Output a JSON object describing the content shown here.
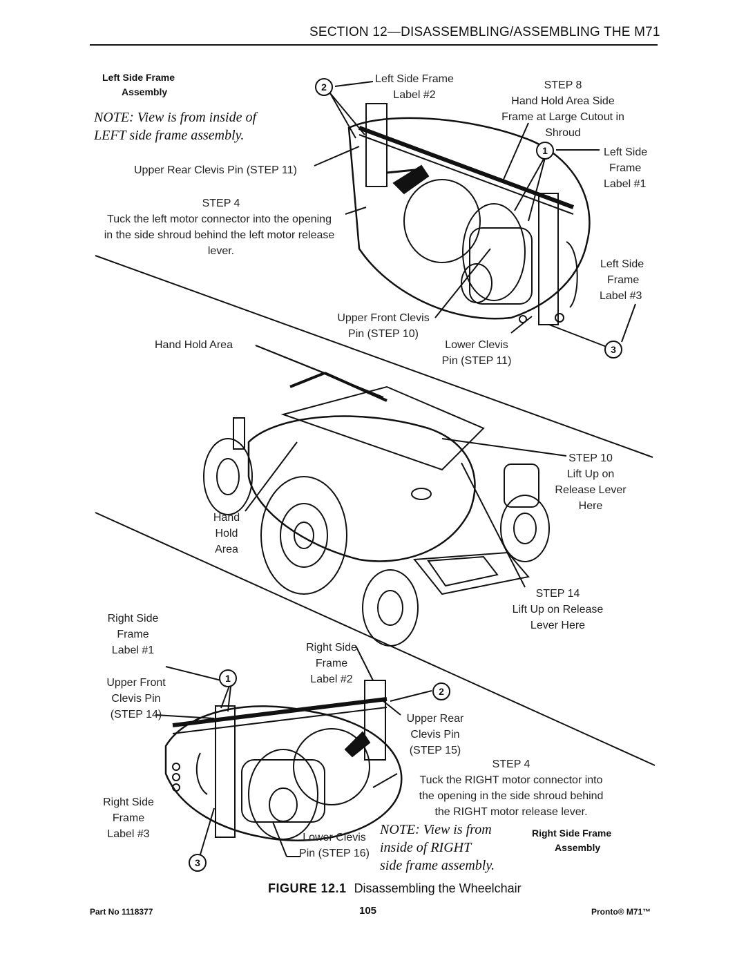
{
  "header": {
    "section_title": "SECTION 12—DISASSEMBLING/ASSEMBLING THE M71"
  },
  "left_assembly": {
    "heading_line1": "Left Side Frame",
    "heading_line2": "Assembly",
    "note_line1": "NOTE: View is from inside of",
    "note_line2": "LEFT side frame assembly.",
    "upper_rear_clevis": "Upper Rear Clevis Pin (STEP 11)",
    "step4_title": "STEP 4",
    "step4_line1": "Tuck the left motor connector into the opening",
    "step4_line2": "in the side shroud behind the left motor release",
    "step4_line3": "lever.",
    "label2_line1": "Left Side Frame",
    "label2_line2": "Label #2",
    "step8_line1": "STEP 8",
    "step8_line2": "Hand Hold Area Side",
    "step8_line3": "Frame at Large Cutout in",
    "step8_line4": "Shroud",
    "label1_line1": "Left Side",
    "label1_line2": "Frame",
    "label1_line3": "Label #1",
    "label3_line1": "Left Side",
    "label3_line2": "Frame",
    "label3_line3": "Label #3",
    "upper_front_line1": "Upper Front Clevis",
    "upper_front_line2": "Pin (STEP 10)",
    "lower_clevis_line1": "Lower Clevis",
    "lower_clevis_line2": "Pin (STEP 11)"
  },
  "center": {
    "hand_hold_area": "Hand Hold Area",
    "hand_hold_line1": "Hand",
    "hand_hold_line2": "Hold",
    "hand_hold_line3": "Area",
    "step10_line1": "STEP 10",
    "step10_line2": "Lift Up on",
    "step10_line3": "Release Lever",
    "step10_line4": "Here",
    "step14_line1": "STEP 14",
    "step14_line2": "Lift Up on Release",
    "step14_line3": "Lever Here"
  },
  "right_assembly": {
    "label1_line1": "Right Side",
    "label1_line2": "Frame",
    "label1_line3": "Label #1",
    "label2_line1": "Right Side",
    "label2_line2": "Frame",
    "label2_line3": "Label #2",
    "upper_front_line1": "Upper Front",
    "upper_front_line2": "Clevis Pin",
    "upper_front_line3": "(STEP 14)",
    "upper_rear_line1": "Upper Rear",
    "upper_rear_line2": "Clevis Pin",
    "upper_rear_line3": "(STEP 15)",
    "step4_title": "STEP 4",
    "step4_line1": "Tuck the RIGHT motor connector into",
    "step4_line2": "the opening in the side shroud behind",
    "step4_line3": "the RIGHT motor release lever.",
    "label3_line1": "Right Side",
    "label3_line2": "Frame",
    "label3_line3": "Label #3",
    "lower_clevis_line1": "Lower Clevis",
    "lower_clevis_line2": "Pin (STEP 16)",
    "note_line1": "NOTE: View is from",
    "note_line2": "inside of RIGHT",
    "note_line3": "side frame assembly.",
    "heading_line1": "Right Side Frame",
    "heading_line2": "Assembly"
  },
  "callouts": {
    "one": "1",
    "two": "2",
    "three": "3"
  },
  "figure": {
    "number": "FIGURE 12.1",
    "caption": "Disassembling the Wheelchair"
  },
  "footer": {
    "part_no": "Part No 1118377",
    "page_number": "105",
    "product": "Pronto® M71™"
  }
}
